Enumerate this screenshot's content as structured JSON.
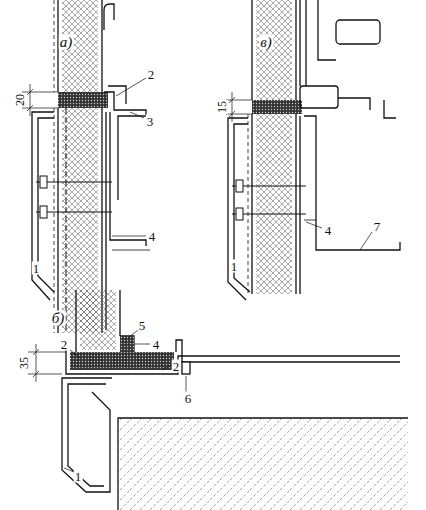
{
  "diagram": {
    "labels": [
      "а)",
      "20",
      "2",
      "3",
      "1",
      "4",
      "в)",
      "15",
      "1",
      "4",
      "7",
      "б)",
      "5",
      "4",
      "2",
      "2",
      "6",
      "35",
      "1"
    ]
  }
}
